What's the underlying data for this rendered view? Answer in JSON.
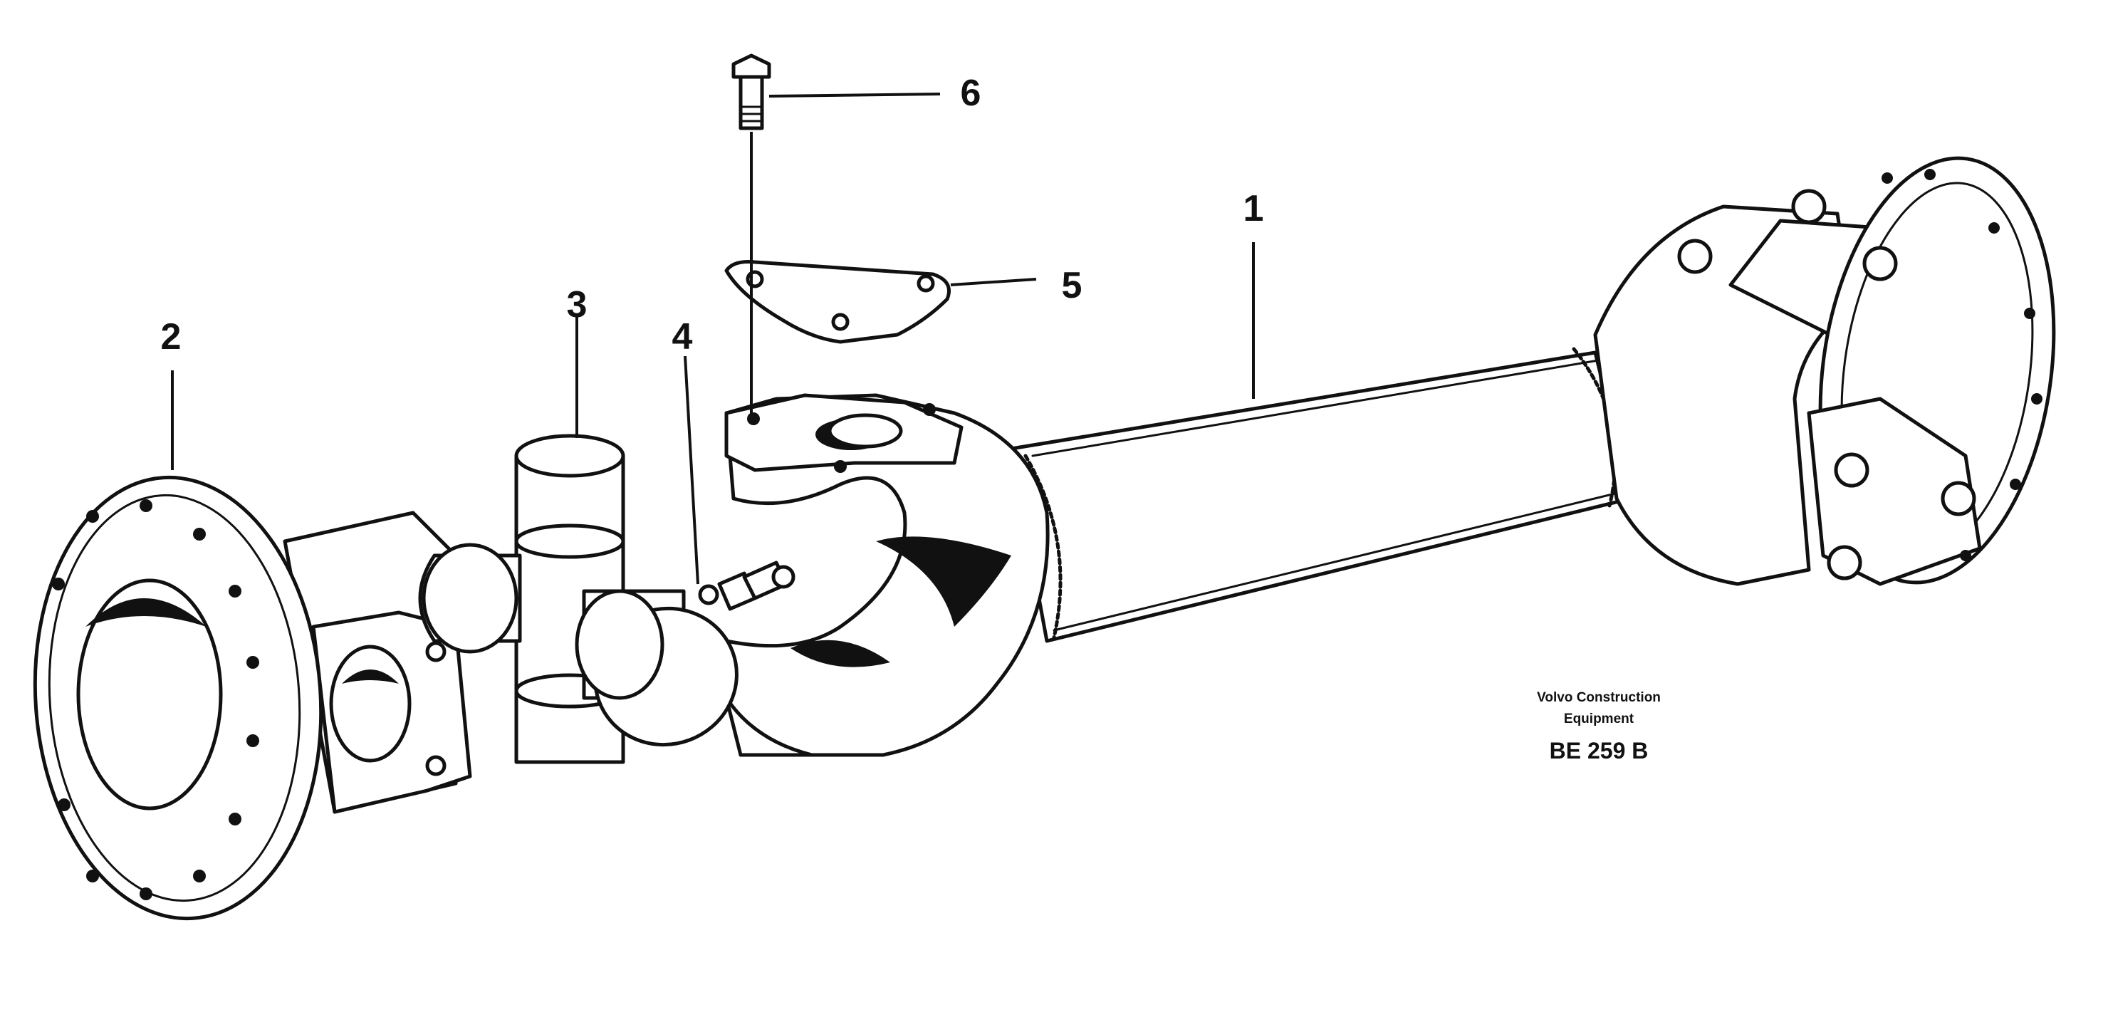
{
  "callouts": {
    "c1": "1",
    "c2": "2",
    "c3": "3",
    "c4": "4",
    "c5": "5",
    "c6": "6"
  },
  "caption": {
    "line1": "Volvo Construction",
    "line2": "Equipment",
    "code": "BE 259 B"
  },
  "parts": [
    {
      "number": "1",
      "name": "propeller-shaft"
    },
    {
      "number": "2",
      "name": "companion-flange"
    },
    {
      "number": "3",
      "name": "universal-joint-cross"
    },
    {
      "number": "4",
      "name": "grease-nipple"
    },
    {
      "number": "5",
      "name": "lock-plate"
    },
    {
      "number": "6",
      "name": "bolt"
    }
  ]
}
